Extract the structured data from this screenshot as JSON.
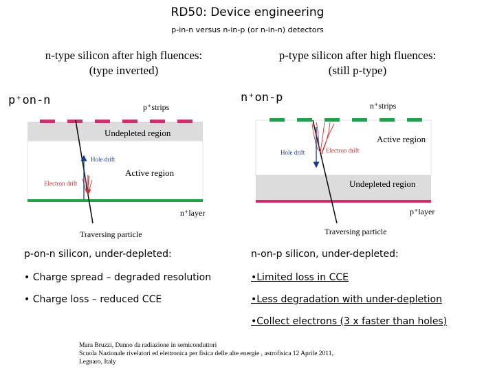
{
  "slide": {
    "title": "RD50: Device engineering",
    "subtitle": "p-in-n versus n-in-p (or n-in-n) detectors"
  },
  "left": {
    "heading_line1": "n-type silicon after high fluences:",
    "heading_line2": "(type inverted)",
    "structure_label": "p⁺on-n",
    "diagram": {
      "strips_label": "p⁺strips",
      "undepleted_label": "Undepleted region",
      "active_label": "Active region",
      "hole_drift_label": "Hole drift",
      "electron_drift_label": "Electron drift",
      "layer_label": "n⁺layer",
      "particle_label": "Traversing particle",
      "strip_color": "#c8326e",
      "layer_color": "#22a04a"
    },
    "summary": "p-on-n silicon, under-depleted:",
    "bullets": [
      "• Charge spread – degraded resolution",
      "• Charge loss – reduced CCE"
    ]
  },
  "right": {
    "heading_line1": "p-type silicon after high fluences:",
    "heading_line2": "(still p-type)",
    "structure_label": "n⁺on-p",
    "diagram": {
      "strips_label": "n⁺strips",
      "active_label": "Active region",
      "hole_drift_label": "Hole drift",
      "electron_drift_label": "Electron drift",
      "undepleted_label": "Undepleted region",
      "layer_label": "p⁺layer",
      "particle_label": "Traversing particle",
      "strip_color": "#22a04a",
      "layer_color": "#c8326e"
    },
    "summary": "n-on-p silicon, under-depleted:",
    "bullets": [
      "•Limited loss in CCE",
      "•Less degradation with under-depletion",
      "•Collect electrons (3 x faster than holes)"
    ]
  },
  "credit": {
    "line1": "Mara Bruzzi, Danno da radiazione in semiconduttori",
    "line2": "Scuola Nazionale rivelatori ed elettronica per fisica delle alte energie , astrofisica 12 Aprile 2011,",
    "line3": "Legnaro, Italy"
  }
}
